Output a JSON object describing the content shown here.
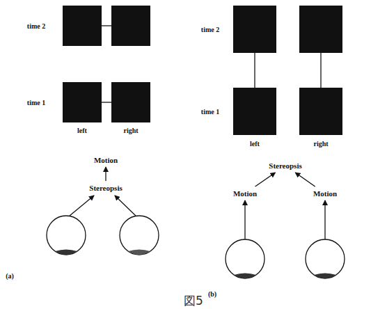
{
  "diagram": {
    "caption": "図5",
    "nodes": [
      {
        "text": [
          "Motion"
        ]
      },
      {
        "text": [
          "Stereopsis"
        ]
      },
      {
        "text": [
          "Stereopsis"
        ]
      },
      {
        "text": [
          "Motion"
        ]
      },
      {
        "text": [
          "Motion"
        ]
      }
    ],
    "edges": [
      {
        "from": 1,
        "to": 0,
        "arrow": "to"
      },
      {
        "from": 3,
        "to": 2,
        "arrow": "to"
      },
      {
        "from": 4,
        "to": 2,
        "arrow": "to"
      }
    ],
    "labels": [
      "time 2",
      "time 1",
      "left",
      "right",
      "(a)",
      "time 2",
      "time 1",
      "left",
      "right",
      "(b)"
    ]
  }
}
